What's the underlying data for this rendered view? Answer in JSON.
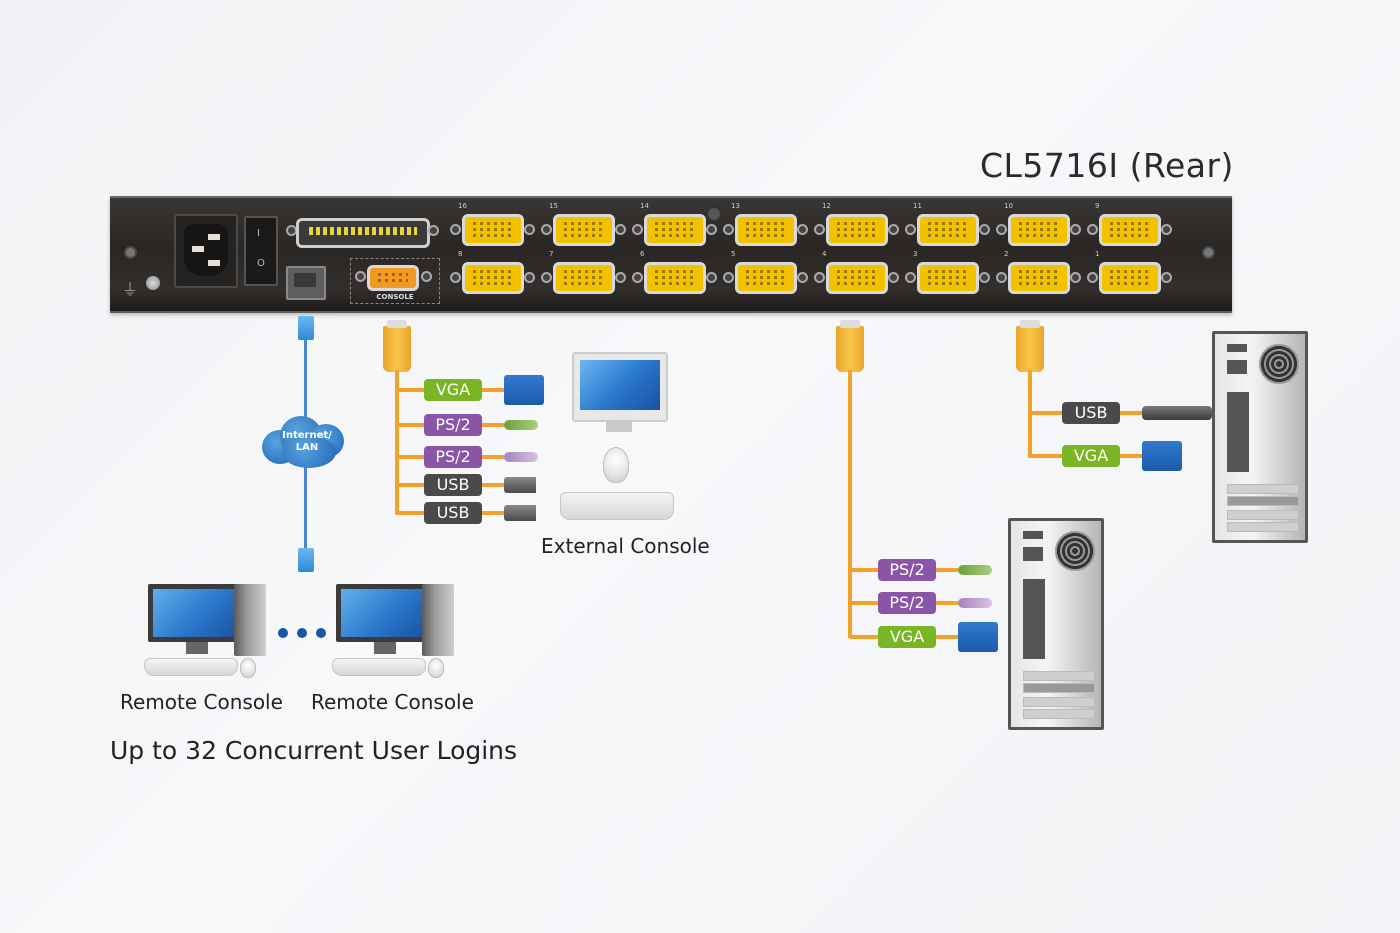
{
  "diagram": {
    "title": "CL5716I (Rear)",
    "rear_panel": {
      "power_switch": {
        "on_label": "I",
        "off_label": "O"
      },
      "console_port_label": "CONSOLE",
      "top_row_ports": [
        "16",
        "15",
        "14",
        "13",
        "12",
        "11",
        "10",
        "9"
      ],
      "bottom_row_ports": [
        "8",
        "7",
        "6",
        "5",
        "4",
        "3",
        "2",
        "1"
      ]
    },
    "network": {
      "cloud_label_line1": "Internet/",
      "cloud_label_line2": "LAN"
    },
    "external_console": {
      "label": "External Console",
      "cables": [
        "VGA",
        "PS/2",
        "PS/2",
        "USB",
        "USB"
      ]
    },
    "computer_ps2": {
      "cables": [
        "PS/2",
        "PS/2",
        "VGA"
      ]
    },
    "computer_usb": {
      "cables": [
        "USB",
        "VGA"
      ]
    },
    "remote_consoles": {
      "labels": [
        "Remote Console",
        "Remote Console"
      ],
      "caption": "Up to 32 Concurrent User Logins"
    },
    "colors": {
      "cable": "#f3a12b",
      "vga_tag": "#7ab524",
      "ps2_tag": "#8a55a6",
      "usb_tag": "#4a4a4a",
      "network_cable": "#4a86c8"
    }
  }
}
